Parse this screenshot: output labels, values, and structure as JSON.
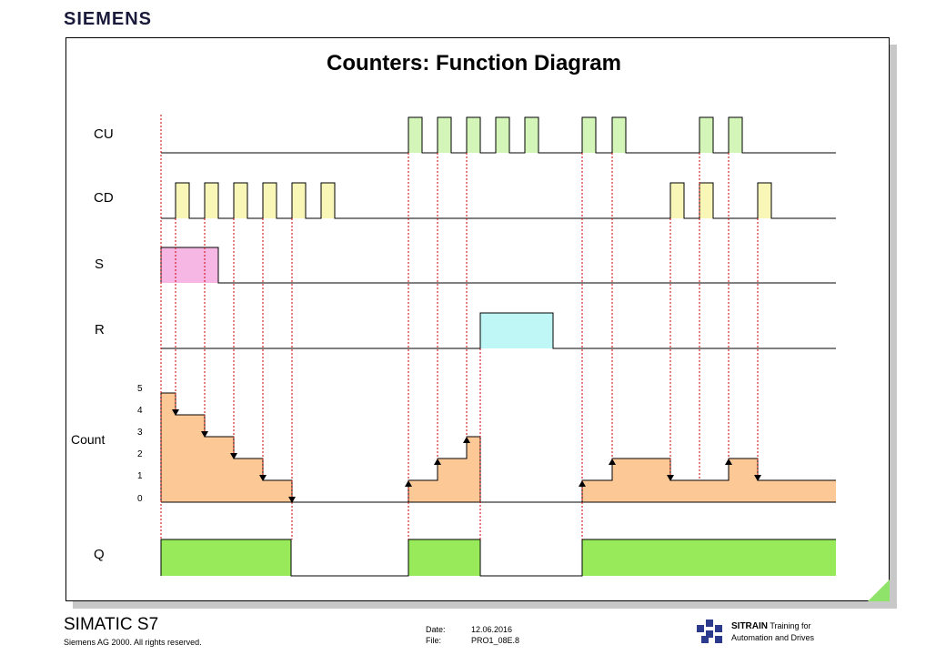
{
  "header": {
    "brand": "SIEMENS"
  },
  "diagram": {
    "title": "Counters: Function Diagram",
    "signals": {
      "cu": "CU",
      "cd": "CD",
      "s": "S",
      "r": "R",
      "count": "Count",
      "q": "Q"
    },
    "count_ticks": [
      "5",
      "4",
      "3",
      "2",
      "1",
      "0"
    ],
    "colors": {
      "cu": "#d4f5b8",
      "cd": "#f8f7b8",
      "s": "#f7b7e4",
      "r": "#bff7f7",
      "count": "#fbc896",
      "q": "#99ea5a",
      "marker": "#cc0000"
    }
  },
  "footer": {
    "product": "SIMATIC S7",
    "copyright": "Siemens AG 2000. All rights reserved.",
    "date_label": "Date:",
    "date_value": "12.06.2016",
    "file_label": "File:",
    "file_value": "PRO1_08E.8",
    "sitrain": "SITRAIN",
    "training_line1": "Training for",
    "training_line2": "Automation and Drives"
  }
}
